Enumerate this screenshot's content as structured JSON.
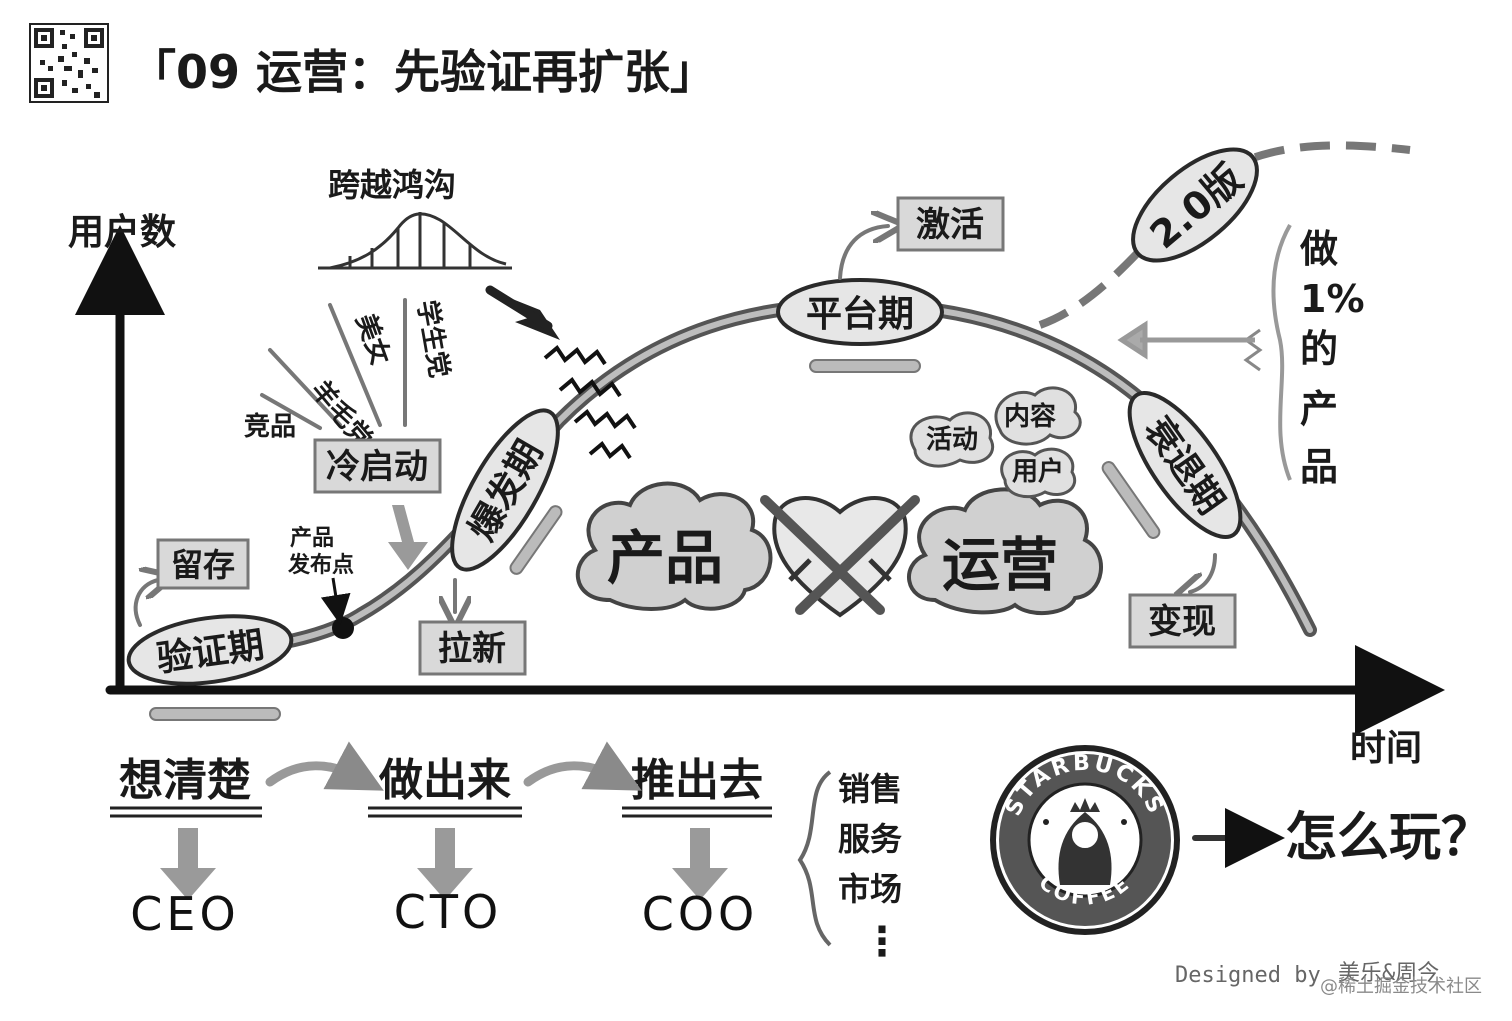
{
  "title": "「09 运营：先验证再扩张」",
  "axes": {
    "y_label": "用户数",
    "x_label": "时间"
  },
  "crossing_chasm": "跨越鸿沟",
  "cold_start": {
    "label": "冷启动",
    "rays": [
      "竞品",
      "羊毛党",
      "美女",
      "学生党"
    ]
  },
  "stages": {
    "validation": "验证期",
    "explosion": "爆发期",
    "platform": "平台期",
    "decline": "衰退期"
  },
  "actions": {
    "retention": "留存",
    "acquisition": "拉新",
    "activation": "激活",
    "monetization": "变现"
  },
  "launch_point": {
    "line1": "产品",
    "line2": "发布点"
  },
  "version2": "2.0版",
  "one_percent": [
    "做",
    "1%",
    "的",
    "产",
    "品"
  ],
  "center": {
    "product": "产品",
    "operations": "运营",
    "ops_items": [
      "内容",
      "活动",
      "用户"
    ]
  },
  "flow": {
    "steps": [
      "想清楚",
      "做出来",
      "推出去"
    ],
    "roles": [
      "CEO",
      "CTO",
      "COO"
    ],
    "coo_items": [
      "销售",
      "服务",
      "市场",
      "⋮"
    ]
  },
  "starbucks": {
    "ring_top": "STARBUCKS",
    "ring_bottom": "COFFEE",
    "question": "怎么玩？"
  },
  "credit": {
    "designed_by": "Designed by",
    "author": "美乐&周今",
    "site": "@稀土掘金技术社区"
  }
}
